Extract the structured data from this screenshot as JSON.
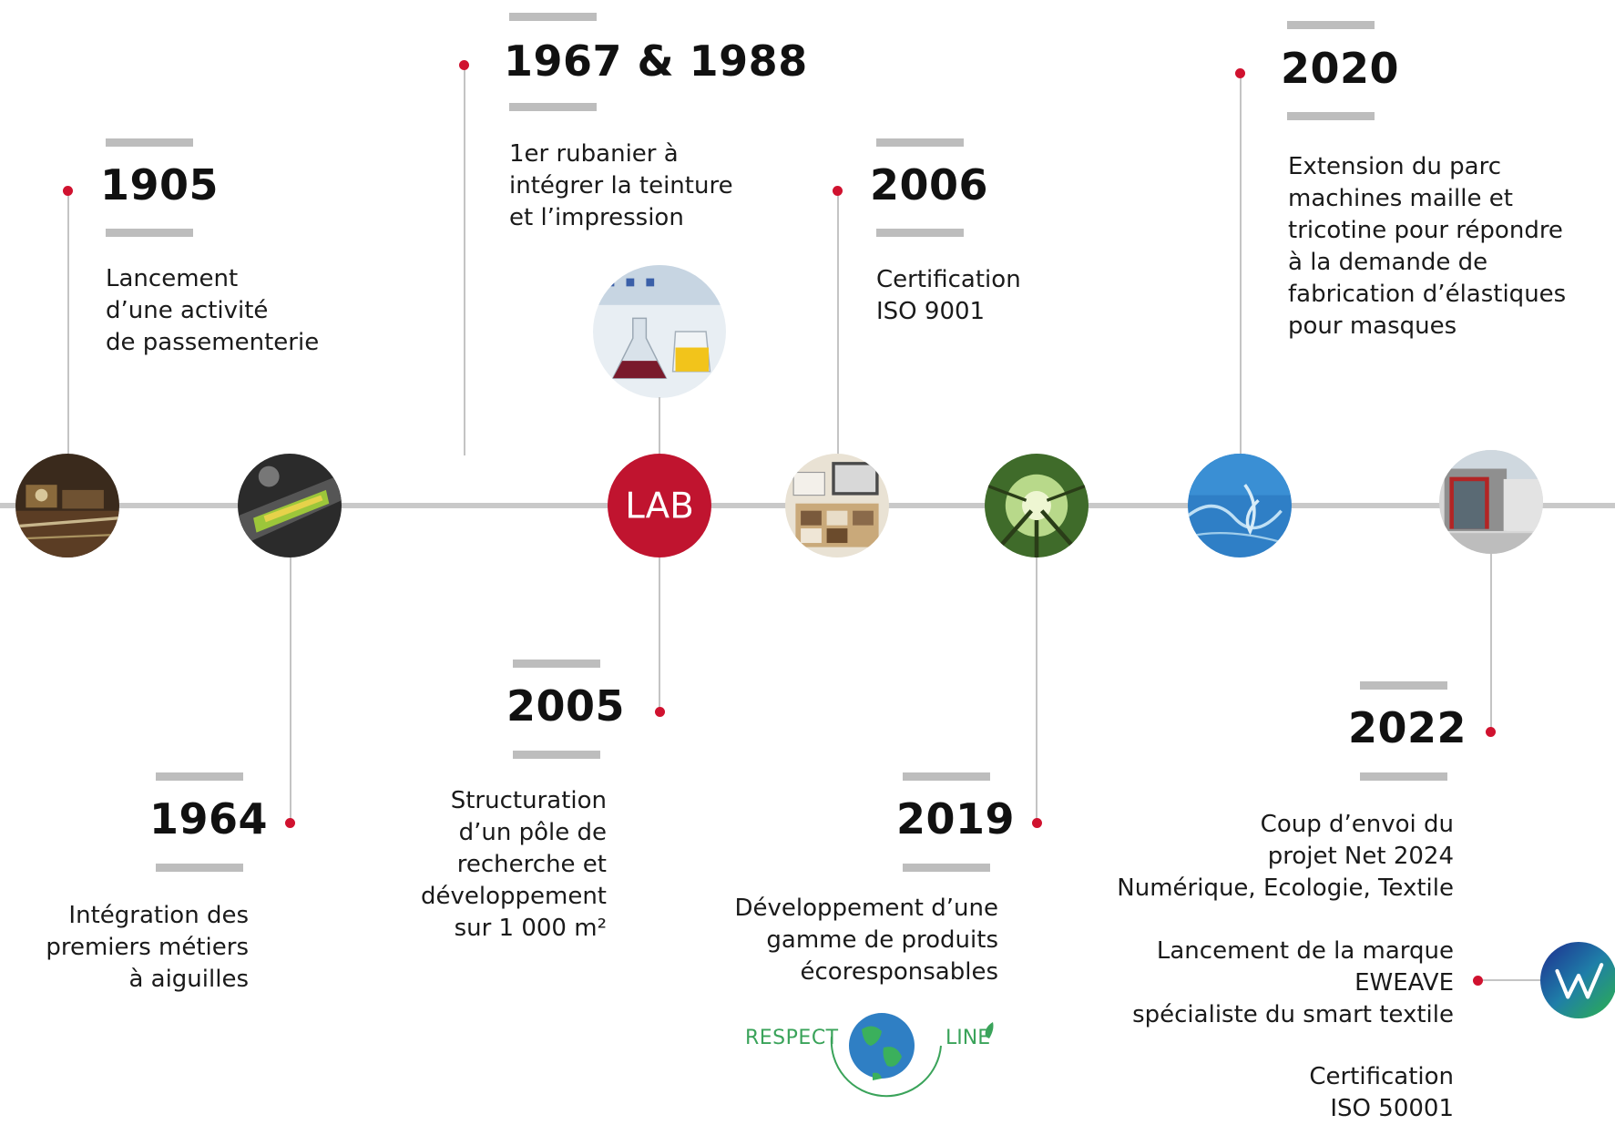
{
  "colors": {
    "accent": "#d0122f",
    "axis": "#c9c9c9",
    "bar": "#bdbdbd",
    "lab": "#c0142f"
  },
  "events": [
    {
      "year": "1905",
      "lines": [
        "Lancement",
        "d’une activité",
        "de passementerie"
      ],
      "icon": "weaving-machine-photo"
    },
    {
      "year": "1964",
      "lines": [
        "Intégration des",
        "premiers métiers",
        "à aiguilles"
      ],
      "icon": "needle-loom-photo"
    },
    {
      "year": "1967 & 1988",
      "lines": [
        "1er rubanier à",
        "intégrer la teinture",
        "et l’impression"
      ],
      "icon": "dyeing-photo"
    },
    {
      "year": "2005",
      "lines": [
        "Structuration",
        "d’un pôle de",
        "recherche et",
        "développement",
        "sur 1 000 m²"
      ],
      "icon": "lab-logo",
      "logo_text": "LAB"
    },
    {
      "year": "2006",
      "lines": [
        "Certification",
        "ISO 9001"
      ],
      "icon": "workshop-photo"
    },
    {
      "year": "2019",
      "lines": [
        "Développement d’une",
        "gamme de produits",
        "écoresponsables"
      ],
      "icon": "forest-photo",
      "brand_left": "RESPECT",
      "brand_right": "LINE"
    },
    {
      "year": "2020",
      "lines": [
        "Extension du parc",
        "machines maille et",
        "tricotine pour répondre",
        "à la demande de",
        "fabrication d’élastiques",
        "pour masques"
      ],
      "icon": "elastic-yarn-photo"
    },
    {
      "year": "2022",
      "lines": [
        "Coup d’envoi du",
        "projet Net 2024",
        "Numérique, Ecologie, Textile"
      ],
      "lines2": [
        "Lancement de la marque",
        "EWEAVE",
        "spécialiste du smart textile"
      ],
      "lines3": [
        "Certification",
        "ISO 50001"
      ],
      "icon": "factory-building-photo"
    }
  ]
}
